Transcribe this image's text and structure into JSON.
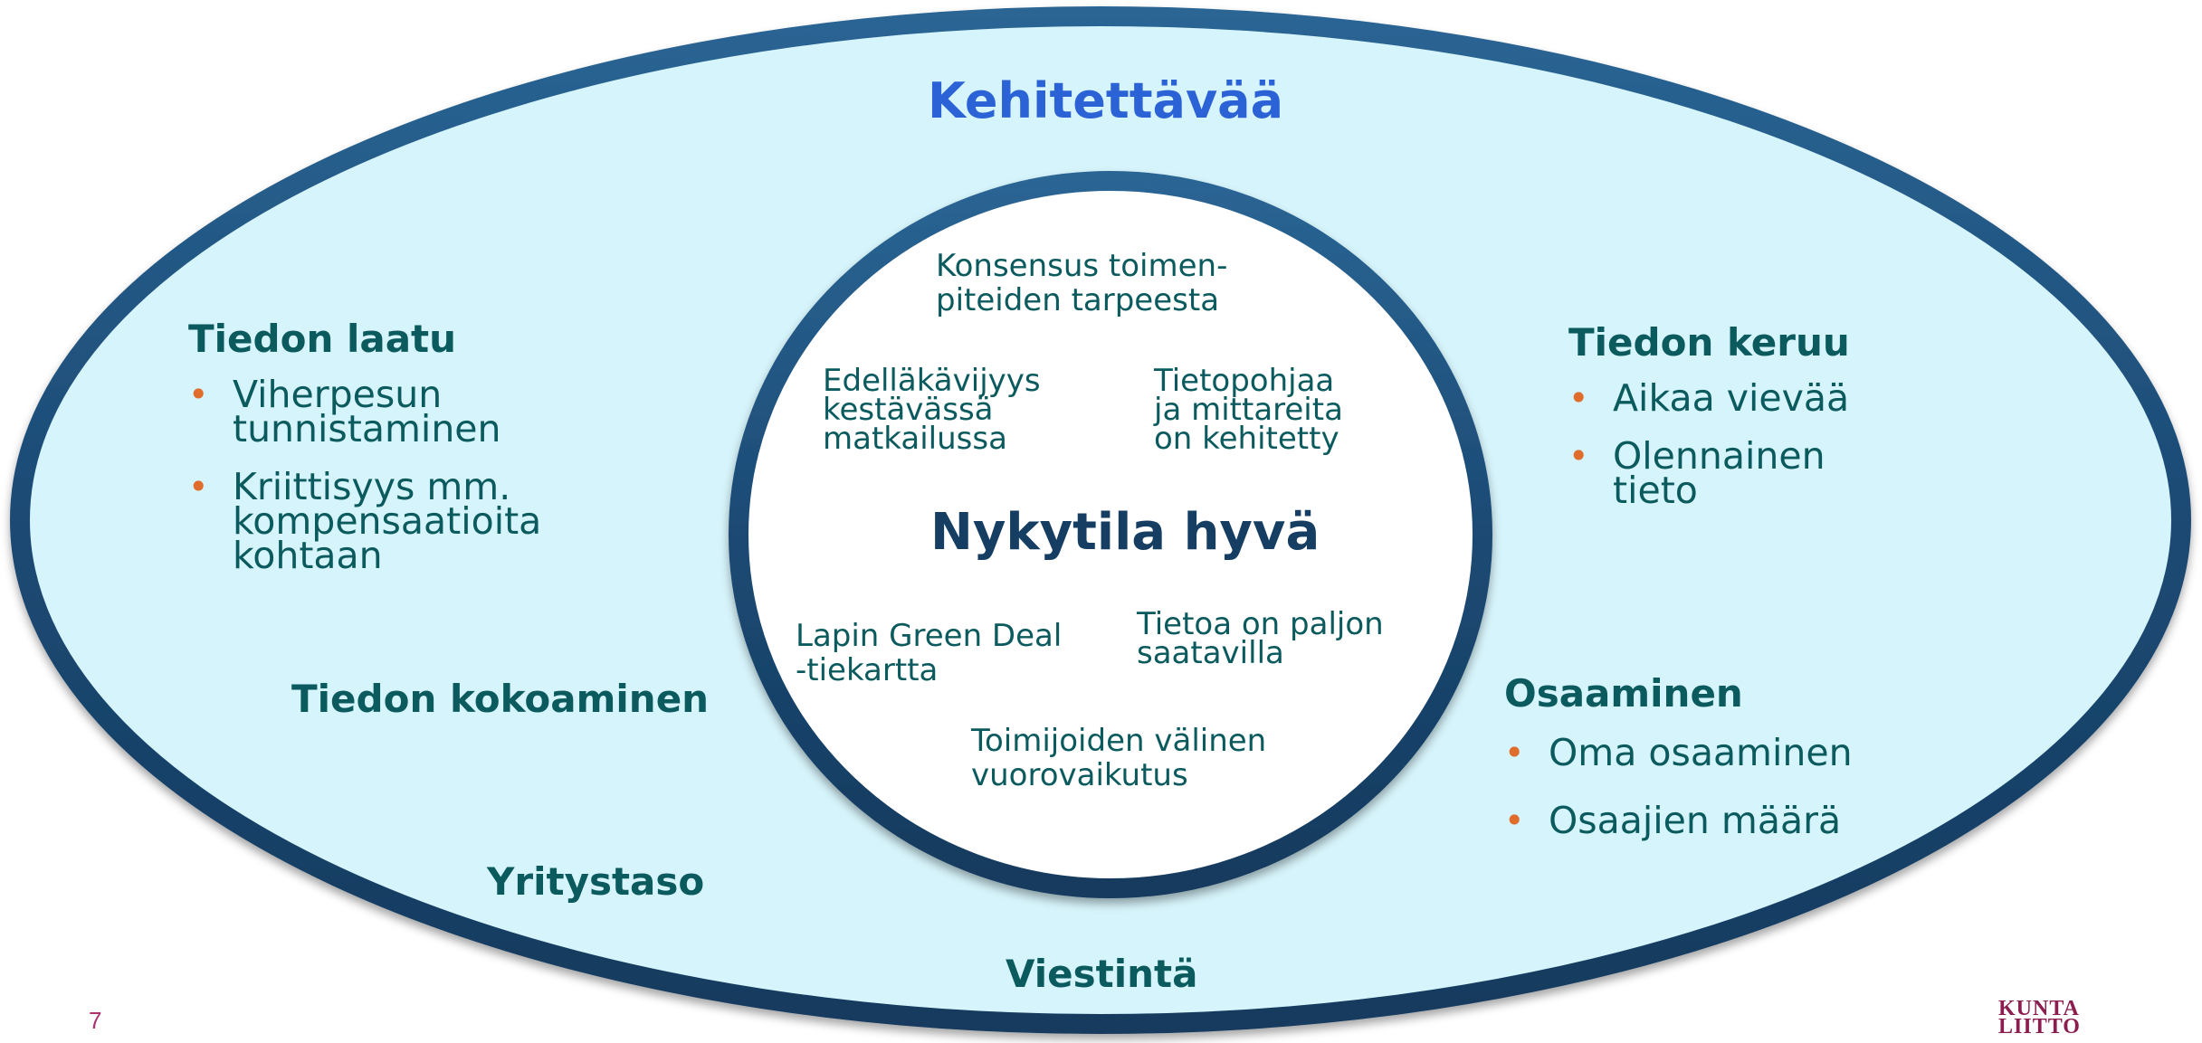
{
  "outer_title": "Kehitettävää",
  "center_title": "Nykytila hyvä",
  "inner_items": [
    "Konsensus toimen-\npiteiden tarpeesta",
    "Edelläkävijyys\nkestävässä\nmatkailussa",
    "Tietopohjaa\nja mittareita\non kehitetty",
    "Lapin Green Deal\n-tiekartta",
    "Tietoa on paljon\nsaatavilla",
    "Toimijoiden välinen\nvuorovaikutus"
  ],
  "tiedon_laatu": {
    "heading": "Tiedon laatu",
    "bullets": [
      "Viherpesun\ntunnistaminen",
      "Kriittisyys mm.\nkompensaatioita\nkohtaan"
    ]
  },
  "tiedon_keruu": {
    "heading": "Tiedon keruu",
    "bullets": [
      "Aikaa vievää",
      "Olennainen\ntieto"
    ]
  },
  "osaaminen": {
    "heading": "Osaaminen",
    "bullets": [
      "Oma osaaminen",
      "Osaajien määrä"
    ]
  },
  "tiedon_kokoaminen": "Tiedon kokoaminen",
  "yritystaso": "Yritystaso",
  "viestinta": "Viestintä",
  "bullet_glyph": "•",
  "page_number": "7",
  "logo_text": [
    "KUNTA",
    "LIITTO"
  ],
  "colors": {
    "outer_fill": "#d6f4fb",
    "ring": "#1e4f7c",
    "heading": "#0b5a5e",
    "title": "#2b62d6",
    "bullet": "#e06d2c",
    "logo": "#8b1d4f"
  }
}
